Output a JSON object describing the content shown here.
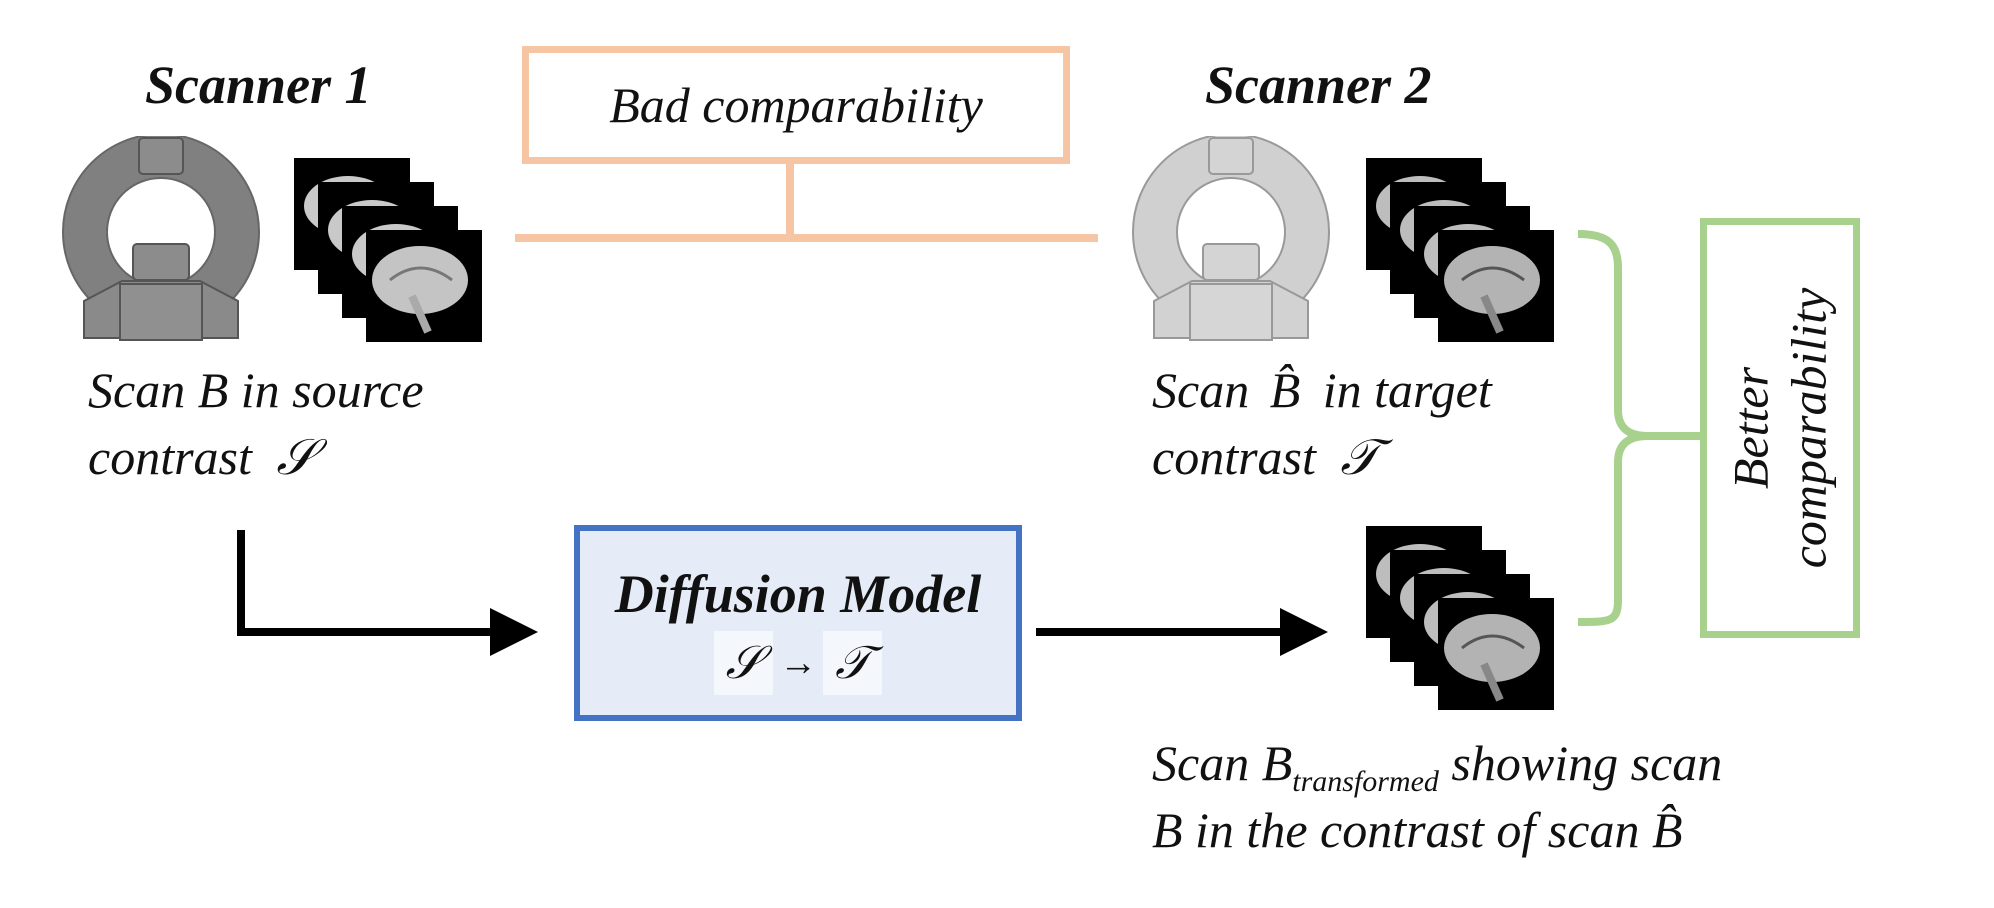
{
  "scanner1": {
    "title": "Scanner 1",
    "caption_line1": "Scan B in source",
    "caption_line2": "contrast",
    "contrast_symbol": "𝒮"
  },
  "scanner2": {
    "title": "Scanner 2",
    "caption_word1": "Scan",
    "caption_symbol": "B̂",
    "caption_rest": "in target",
    "caption_line2": "contrast",
    "contrast_symbol": "𝒯"
  },
  "bad_comparability": {
    "label": "Bad comparability"
  },
  "better_comparability": {
    "line1": "Better",
    "line2": "comparability"
  },
  "diffusion_model": {
    "title": "Diffusion Model",
    "source_symbol": "𝒮",
    "arrow": "→",
    "target_symbol": "𝒯"
  },
  "transformed": {
    "line1_prefix": "Scan B",
    "line1_subscript": "transformed",
    "line1_suffix": "showing scan",
    "line2_prefix": "B in the contrast of scan",
    "line2_symbol": "B̂"
  },
  "colors": {
    "bad_orange": "#f6c5a3",
    "good_green": "#a9d18e",
    "model_border": "#4472c4",
    "model_fill": "#e6ecf7",
    "scanner1_gray": "#808080",
    "scanner2_gray": "#d0d0d0"
  }
}
